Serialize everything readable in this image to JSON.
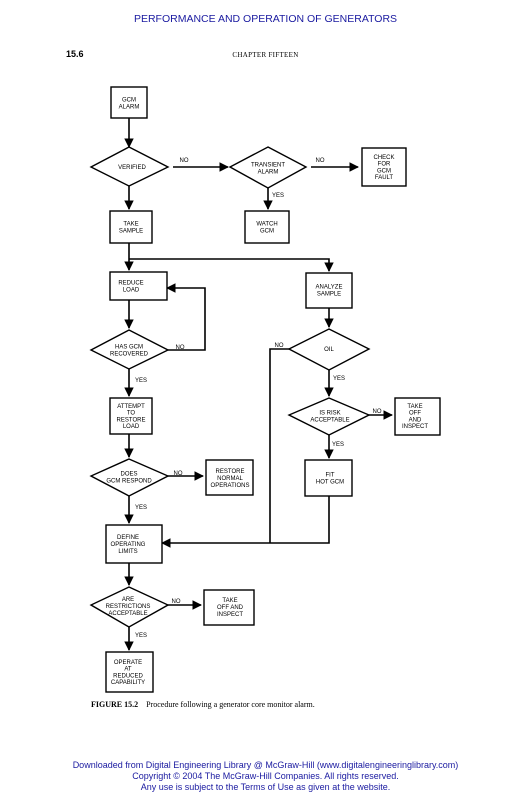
{
  "header": {
    "running_title": "PERFORMANCE AND OPERATION OF GENERATORS",
    "page_number": "15.6",
    "chapter": "CHAPTER FIFTEEN"
  },
  "figure": {
    "number": "FIGURE 15.2",
    "caption": "Procedure following a generator core monitor alarm."
  },
  "flowchart": {
    "nodes": {
      "gcm_alarm": [
        "GCM",
        "ALARM"
      ],
      "verified": [
        "VERIFIED"
      ],
      "transient_alarm": [
        "TRANSIENT",
        "ALARM"
      ],
      "check_fault": [
        "CHECK",
        "FOR",
        "GCM",
        "FAULT"
      ],
      "take_sample": [
        "TAKE",
        "SAMPLE"
      ],
      "watch_gcm": [
        "WATCH",
        "GCM"
      ],
      "reduce_load": [
        "REDUCE",
        "LOAD"
      ],
      "analyze_sample": [
        "ANALYZE",
        "SAMPLE"
      ],
      "has_recovered": [
        "HAS GCM",
        "RECOVERED"
      ],
      "oil": [
        "OIL"
      ],
      "attempt_restore": [
        "ATTEMPT",
        "TO",
        "RESTORE",
        "LOAD"
      ],
      "is_risk": [
        "IS RISK",
        "ACCEPTABLE"
      ],
      "take_off_1": [
        "TAKE",
        "OFF",
        "AND",
        "INSPECT"
      ],
      "does_respond": [
        "DOES",
        "GCM RESPOND"
      ],
      "restore_normal": [
        "RESTORE",
        "NORMAL",
        "OPERATIONS"
      ],
      "fit_hot": [
        "FIT",
        "HOT GCM"
      ],
      "define_limits": [
        "DEFINE",
        "OPERATING",
        "LIMITS"
      ],
      "are_restrictions": [
        "ARE",
        "RESTRICTIONS",
        "ACCEPTABLE"
      ],
      "take_off_2": [
        "TAKE",
        "OFF AND",
        "INSPECT"
      ],
      "operate_reduced": [
        "OPERATE",
        "AT",
        "REDUCED",
        "CAPABILITY"
      ]
    },
    "edge_labels": {
      "verified_no": "NO",
      "transient_no": "NO",
      "transient_yes": "YES",
      "recovered_no": "NO",
      "recovered_yes": "YES",
      "oil_no": "NO",
      "oil_yes": "YES",
      "risk_no": "NO",
      "risk_yes": "YES",
      "respond_no": "NO",
      "respond_yes": "YES",
      "restrictions_no": "NO",
      "restrictions_yes": "YES"
    }
  },
  "footer": {
    "line1": "Downloaded from Digital Engineering Library @ McGraw-Hill (www.digitalengineeringlibrary.com)",
    "line2": "Copyright © 2004 The McGraw-Hill Companies. All rights reserved.",
    "line3": "Any use is subject to the Terms of Use as given at the website."
  }
}
